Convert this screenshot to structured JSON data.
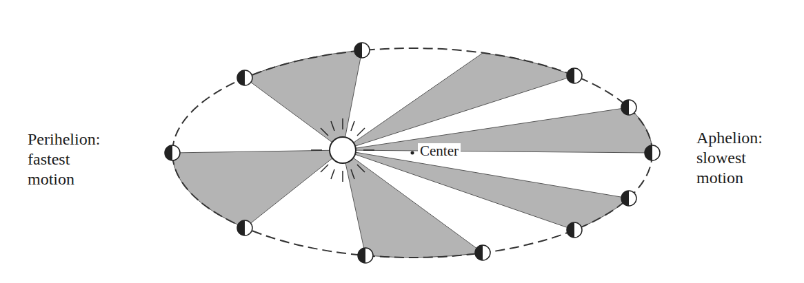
{
  "diagram": {
    "labels": [
      "Perihelion: fastest motion",
      "Center",
      "Aphelion: slowest motion"
    ]
  }
}
